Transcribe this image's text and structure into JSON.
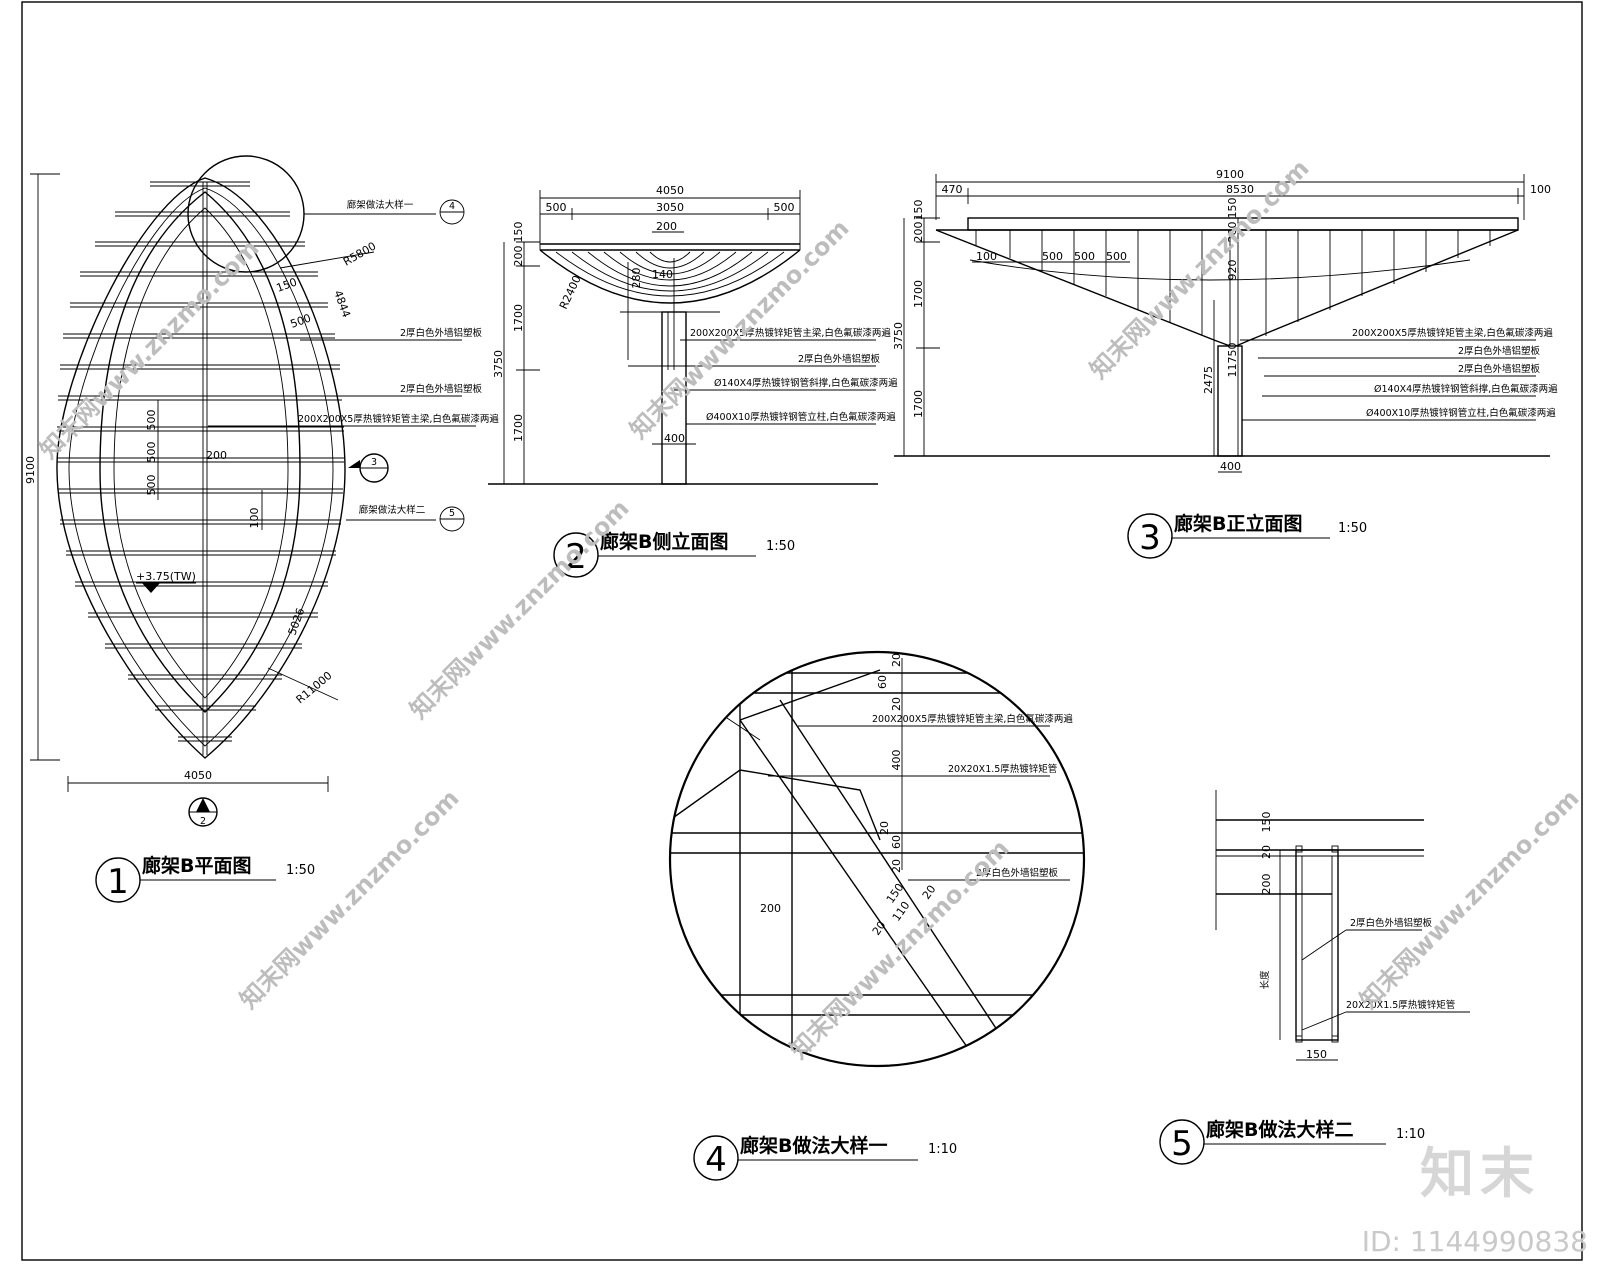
{
  "views": {
    "plan": {
      "number": "1",
      "title": "廊架B平面图",
      "scale": "1:50",
      "dims": {
        "height_total": "9100",
        "width_total": "4050",
        "spacing_a": "500",
        "spacing_b": "500",
        "spacing_c": "500",
        "inner_gap": "200",
        "offset_150": "150",
        "offset_500": "500",
        "bar_100": "100",
        "radius_small": "R5800",
        "radius_large": "R11000",
        "arc_4844": "4844",
        "arc_5026": "5026"
      },
      "elevation": "+3.75(TW)",
      "notes": {
        "board1": "2厚白色外墙铝塑板",
        "board2": "2厚白色外墙铝塑板",
        "beam": "200X200X5厚热镀锌矩管主梁,白色氟碳漆两遍"
      },
      "callouts": {
        "detail1_label": "廊架做法大样一",
        "detail1_num": "4",
        "detail2_label": "廊架做法大样二",
        "detail2_num": "5",
        "section_mark_side": "3",
        "section_mark_bottom": "2"
      }
    },
    "side": {
      "number": "2",
      "title": "廊架B侧立面图",
      "scale": "1:50",
      "dims": {
        "width_total": "4050",
        "left": "500",
        "mid": "3050",
        "right": "500",
        "top_200": "200",
        "top_150": "150",
        "beam_200": "200",
        "depth_1700_upper": "1700",
        "total_3750": "3750",
        "depth_1700_lower": "1700",
        "col_400": "400",
        "d_280": "280",
        "d_140": "140",
        "radius": "R2400"
      },
      "notes": {
        "beam": "200X200X5厚热镀锌矩管主梁,白色氟碳漆两遍",
        "board": "2厚白色外墙铝塑板",
        "brace": "Ø140X4厚热镀锌钢管斜撑,白色氟碳漆两遍",
        "column": "Ø400X10厚热镀锌钢管立柱,白色氟碳漆两遍"
      }
    },
    "front": {
      "number": "3",
      "title": "廊架B正立面图",
      "scale": "1:50",
      "dims": {
        "total_9100": "9100",
        "left_470": "470",
        "mid_8530": "8530",
        "right_100": "100",
        "h_150": "150",
        "h_200": "200",
        "h_1700_upper": "1700",
        "h_3750": "3750",
        "h_1700_lower": "1700",
        "c_100": "100",
        "s1": "500",
        "s2": "500",
        "s3": "500",
        "m_150": "150",
        "m_200": "200",
        "m_920": "920",
        "m_2475": "2475",
        "m_11750": "11750",
        "col_400": "400"
      },
      "notes": {
        "beam": "200X200X5厚热镀锌矩管主梁,白色氟碳漆两遍",
        "board1": "2厚白色外墙铝塑板",
        "board2": "2厚白色外墙铝塑板",
        "brace": "Ø140X4厚热镀锌钢管斜撑,白色氟碳漆两遍",
        "column": "Ø400X10厚热镀锌钢管立柱,白色氟碳漆两遍"
      }
    },
    "detail1": {
      "number": "4",
      "title": "廊架B做法大样一",
      "scale": "1:10",
      "dims": {
        "d20a": "20",
        "d60a": "60",
        "d20b": "20",
        "d400": "400",
        "d20c": "20",
        "d60b": "60",
        "d20d": "20",
        "d200": "200",
        "d150": "150",
        "d20e": "20",
        "d110": "110",
        "d20f": "20"
      },
      "notes": {
        "beam": "200X200X5厚热镀锌矩管主梁,白色氟碳漆两遍",
        "tube": "20X20X1.5厚热镀锌矩管",
        "board": "2厚白色外墙铝塑板"
      }
    },
    "detail2": {
      "number": "5",
      "title": "廊架B做法大样二",
      "scale": "1:10",
      "dims": {
        "h150": "150",
        "h20": "20",
        "h200": "200",
        "w150": "150"
      },
      "notes": {
        "board": "2厚白色外墙铝塑板",
        "tube": "20X20X1.5厚热镀锌矩管",
        "side": "长度"
      }
    }
  },
  "watermark": {
    "text": "知末网www.znzmo.com",
    "brand": "知末",
    "id": "ID: 1144990838"
  }
}
